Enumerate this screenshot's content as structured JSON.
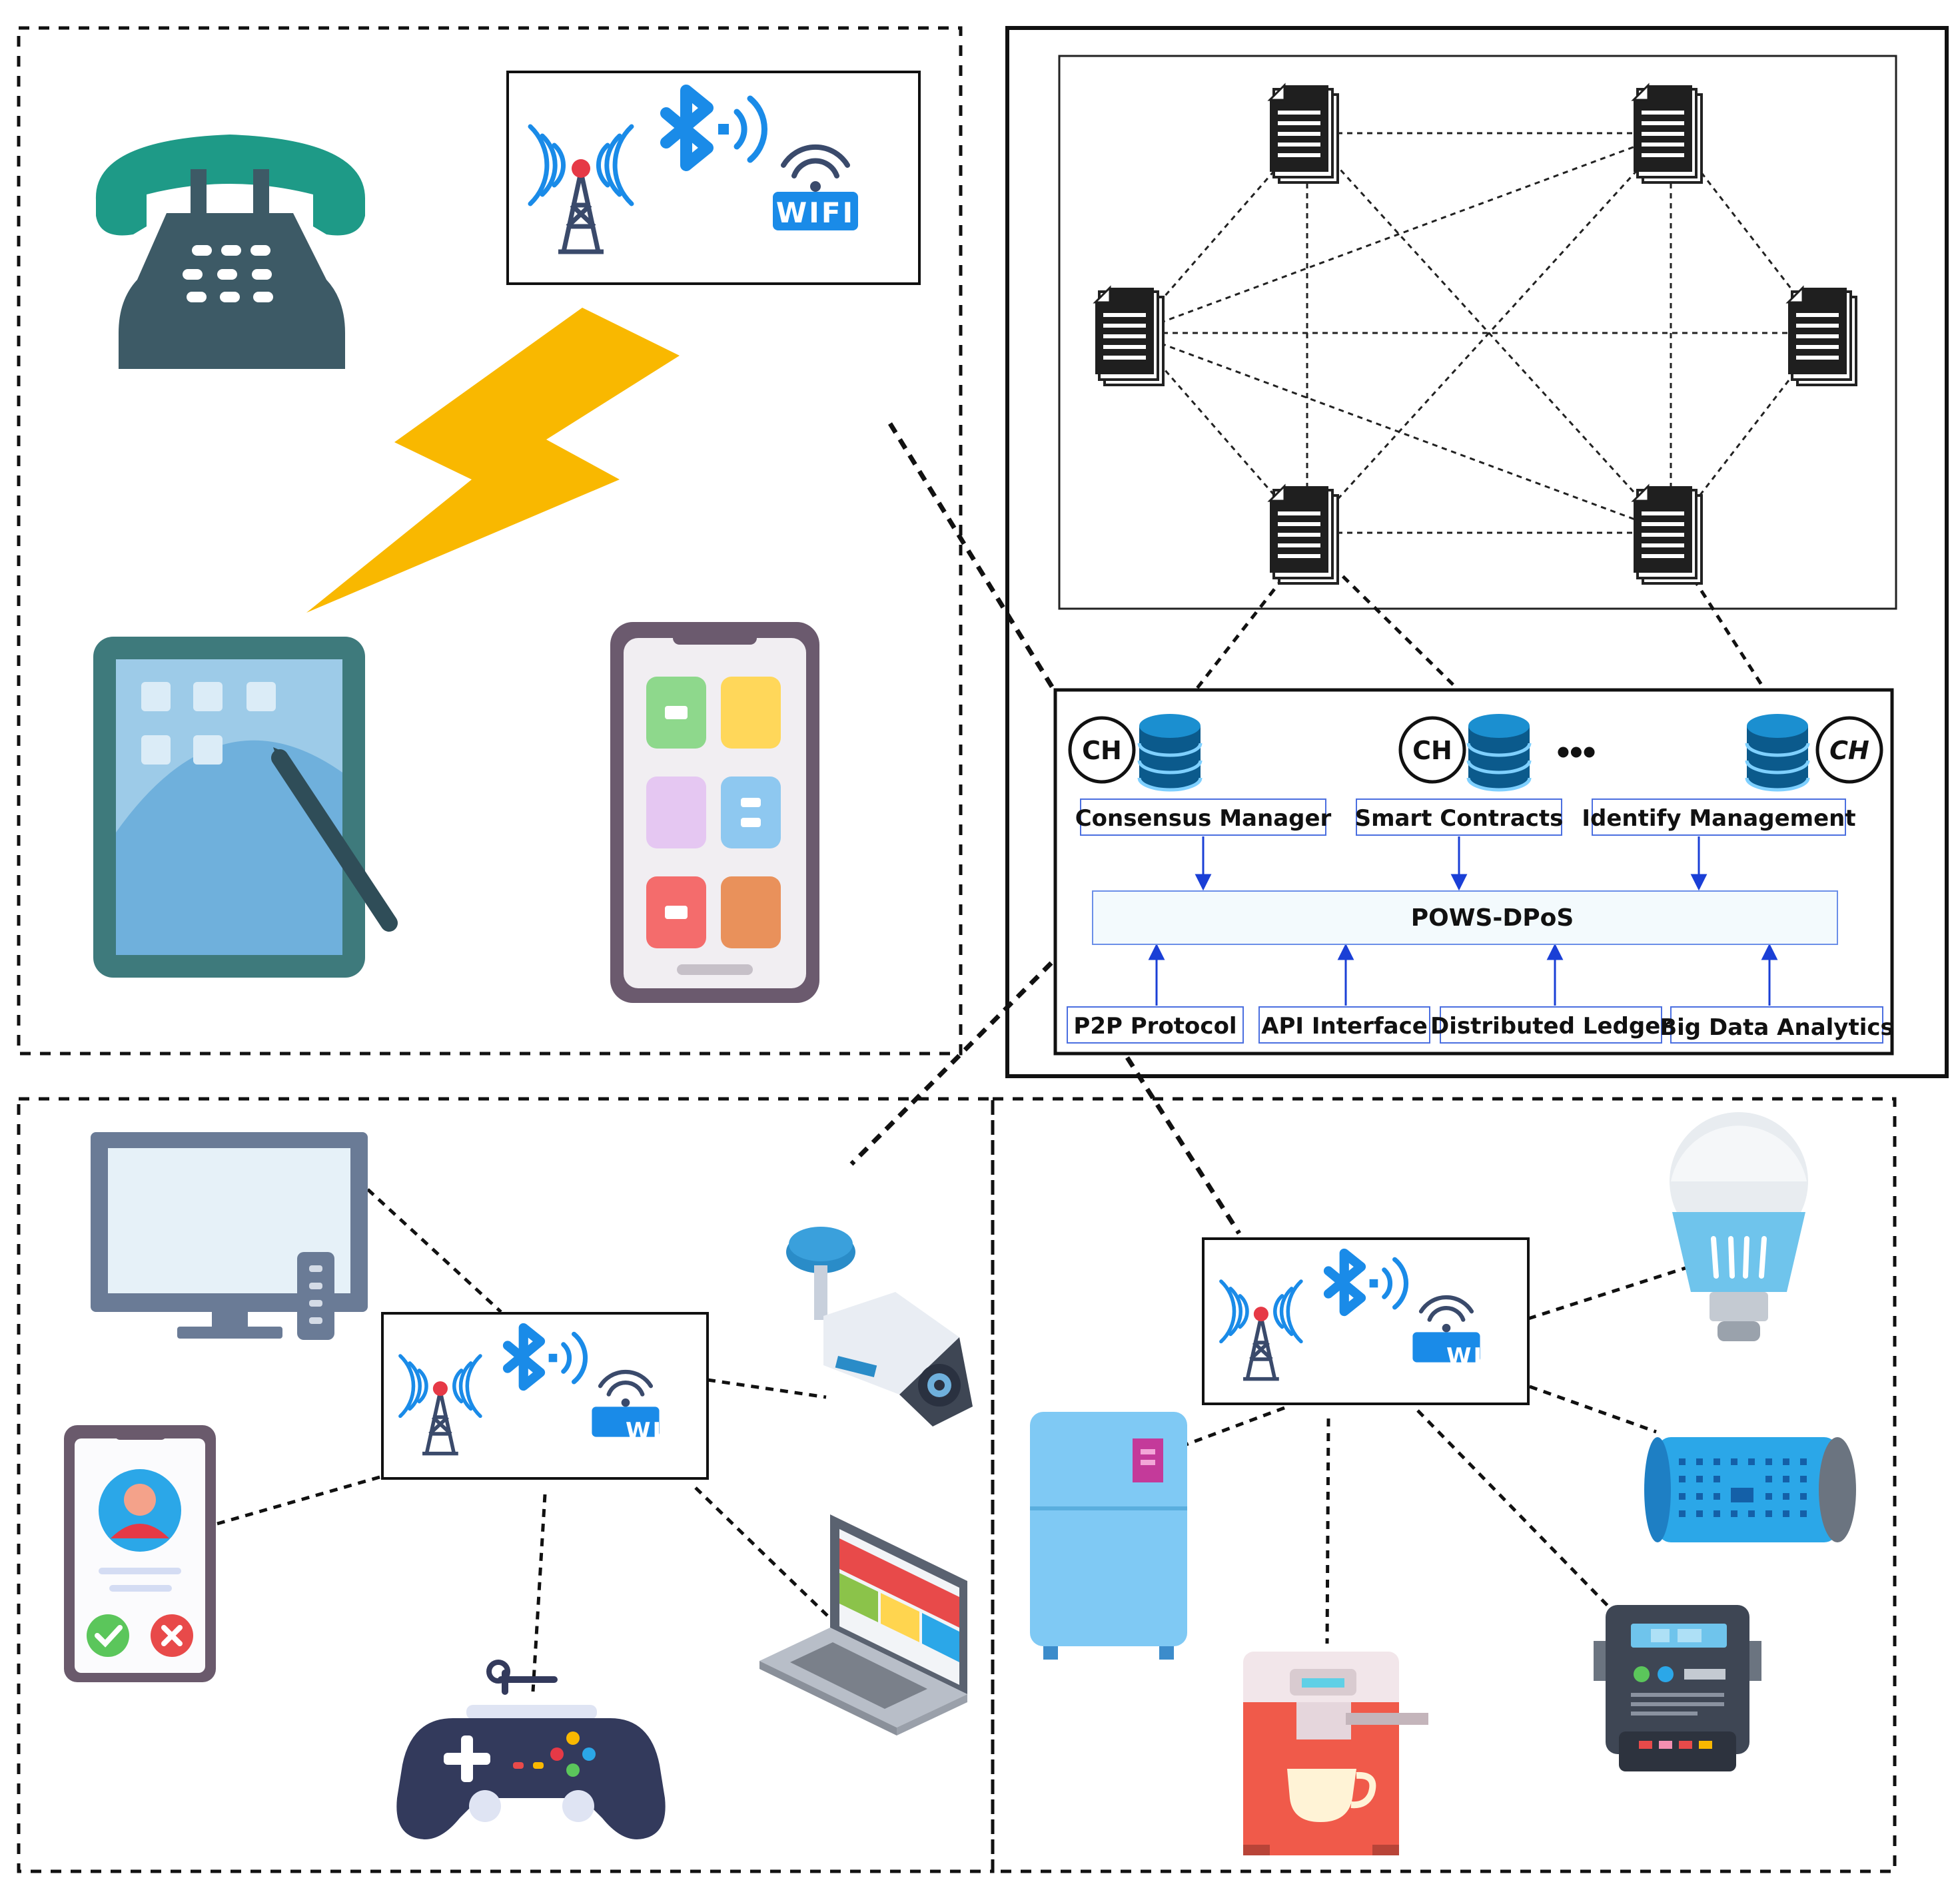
{
  "blockchain": {
    "cluster_head_label": "CH",
    "cluster_head_label_italic": "CH",
    "ellipsis": "•••",
    "modules_top": [
      "Consensus Manager",
      "Smart Contracts",
      "Identify Management"
    ],
    "core": "POWS-DPoS",
    "modules_bottom": [
      "P2P Protocol",
      "API Interface",
      "Distributed Ledger",
      "Big Data Analytics"
    ]
  },
  "gateway": {
    "wifi_label": "WIFI"
  },
  "colors": {
    "ble_blue": "#1a8be8",
    "bolt": "#f9b800",
    "tower_red": "#e63946",
    "tower_dark": "#3a4a6b",
    "phone_green": "#1e9a87",
    "phone_dark": "#3d5a66",
    "db_blue": "#0b4f7a",
    "arrow_blue": "#1a3fd6",
    "module_border": "#4b6fe0"
  },
  "icons": {
    "iot_zone_1": [
      "cell-tower-icon",
      "bluetooth-icon",
      "wifi-icon",
      "telephone-icon",
      "lightning-bolt-icon",
      "tablet-stylus-icon",
      "smartphone-apps-icon"
    ],
    "iot_zone_2": [
      "television-icon",
      "incoming-call-phone-icon",
      "gamepad-icon",
      "security-camera-icon",
      "laptop-icon"
    ],
    "iot_zone_3": [
      "light-bulb-icon",
      "smart-speaker-icon",
      "smart-meter-icon",
      "coffee-machine-icon",
      "refrigerator-icon"
    ],
    "blockchain_nodes": [
      "document-node-icon",
      "database-icon"
    ]
  }
}
